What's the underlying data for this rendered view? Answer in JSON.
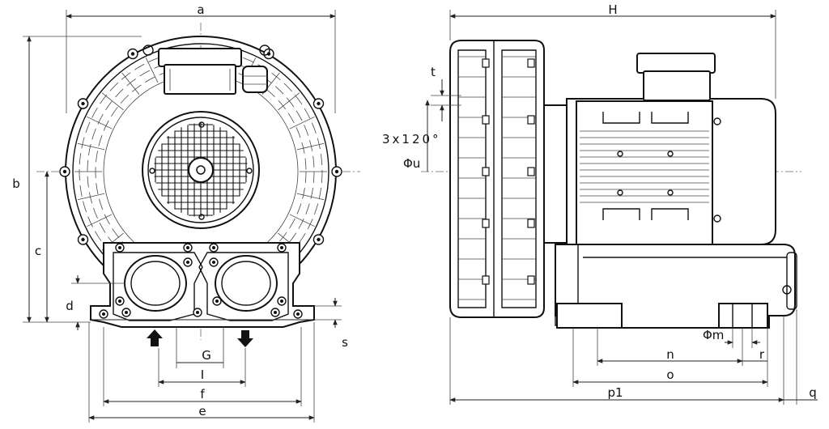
{
  "dimension_labels": {
    "a": "a",
    "b": "b",
    "c": "c",
    "d": "d",
    "s": "s",
    "G": "G",
    "I": "I",
    "f": "f",
    "e": "e",
    "H": "H",
    "t": "t",
    "angle": "3x120°",
    "u": "Φu",
    "m": "Φm",
    "n": "n",
    "r": "r",
    "o": "o",
    "p1": "p1",
    "q": "q"
  }
}
